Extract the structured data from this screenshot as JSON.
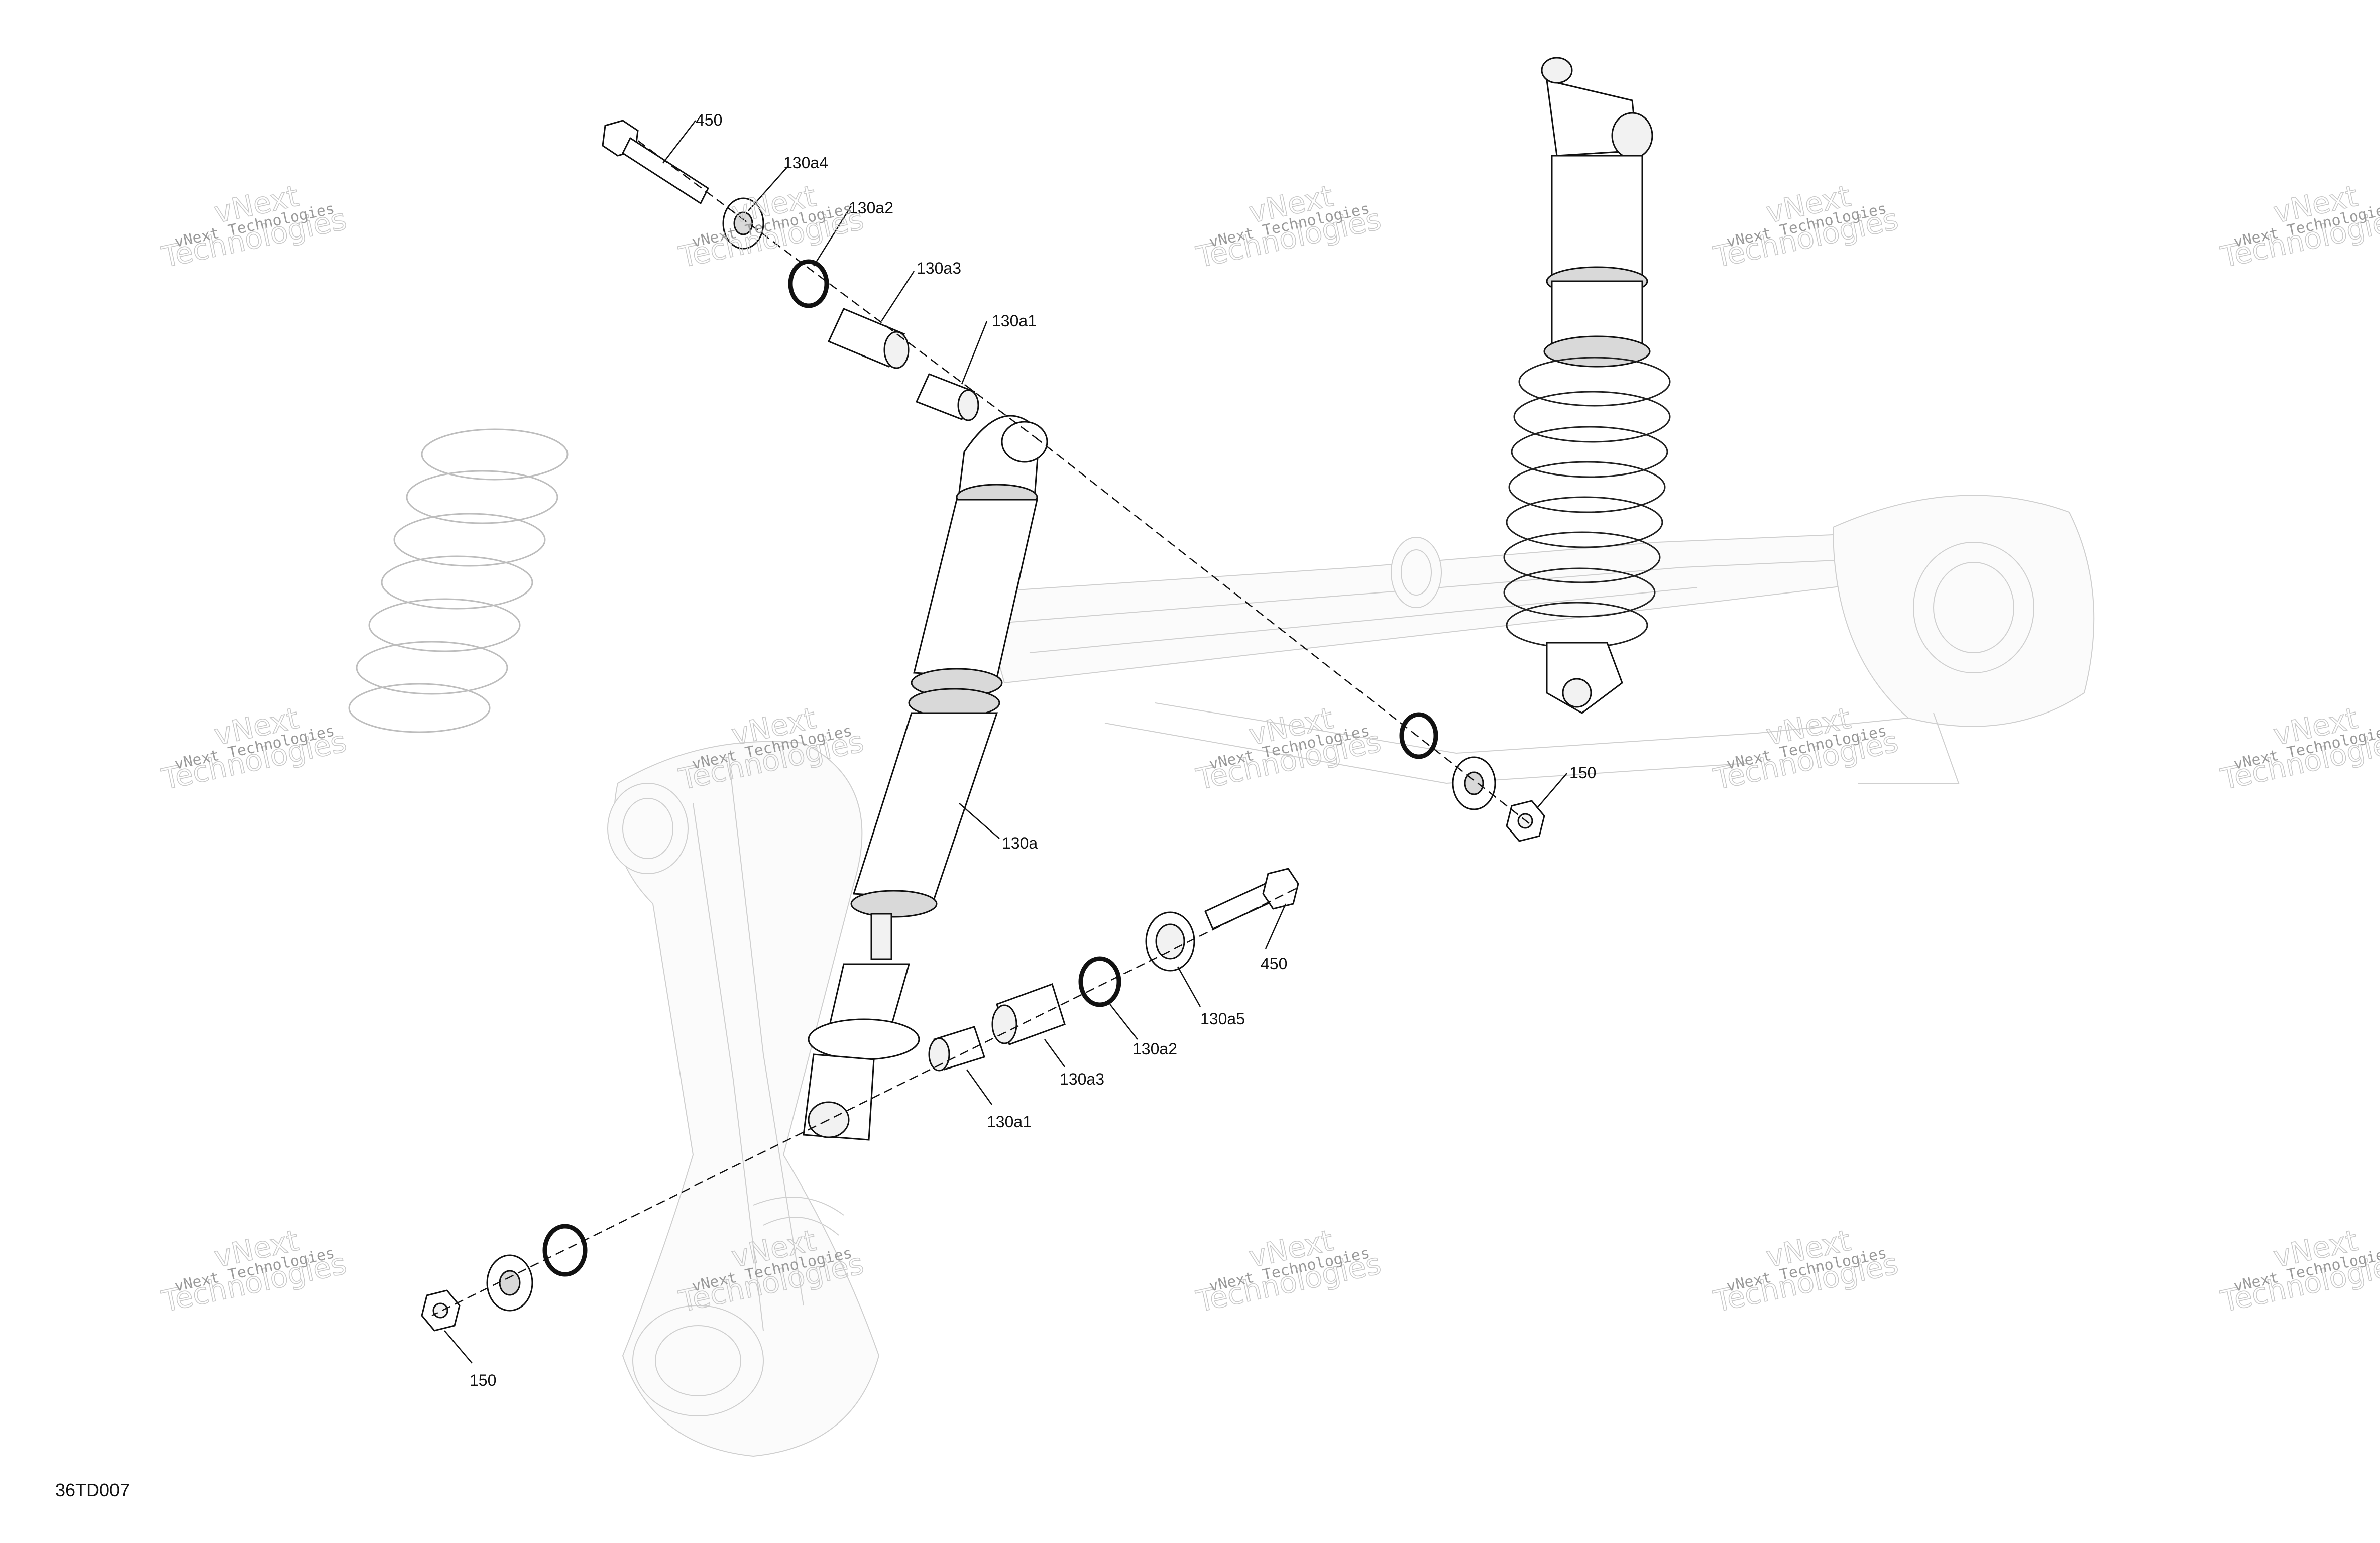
{
  "drawing_code": "36TD007",
  "watermark": {
    "line1": "vNext Technologies",
    "line2": "vNext",
    "line3": "Technologies"
  },
  "callouts": {
    "bolt_top": "450",
    "washer_top": "130a4",
    "seal_top": "130a2",
    "sleeve_top": "130a3",
    "bushing_top": "130a1",
    "shock": "130a",
    "nut_right": "150",
    "bolt_bottom": "450",
    "washer_bottom": "130a5",
    "seal_bottom": "130a2",
    "sleeve_bottom": "130a3",
    "bushing_bottom": "130a1",
    "nut_left": "150"
  }
}
